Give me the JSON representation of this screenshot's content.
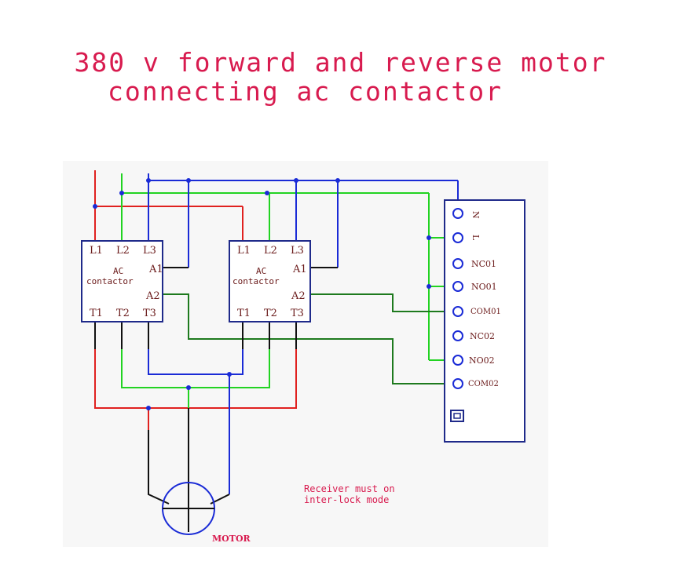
{
  "title": {
    "line1": "380 v forward and reverse motor",
    "line2": "connecting ac contactor"
  },
  "contactor_left": {
    "terminals_top": [
      "L1",
      "L2",
      "L3"
    ],
    "terminals_bottom": [
      "T1",
      "T2",
      "T3"
    ],
    "coil_terminals": [
      "A1",
      "A2"
    ],
    "label_line1": "AC",
    "label_line2": "contactor"
  },
  "contactor_right": {
    "terminals_top": [
      "L1",
      "L2",
      "L3"
    ],
    "terminals_bottom": [
      "T1",
      "T2",
      "T3"
    ],
    "coil_terminals": [
      "A1",
      "A2"
    ],
    "label_line1": "AC",
    "label_line2": "contactor"
  },
  "receiver": {
    "terminals": [
      "N",
      "L",
      "NC01",
      "NO01",
      "COM01",
      "NC02",
      "NO02",
      "COM02"
    ]
  },
  "note": {
    "line1": "Receiver must on",
    "line2": "inter-lock mode"
  },
  "motor_label": "MOTOR",
  "colors": {
    "title": "#d81b4f",
    "phase_red": "#e0211f",
    "phase_green": "#22d322",
    "phase_blue": "#1a2bd6",
    "control_green": "#1e7a1e",
    "box": "#1f2a8a",
    "wire_black": "#111111"
  }
}
